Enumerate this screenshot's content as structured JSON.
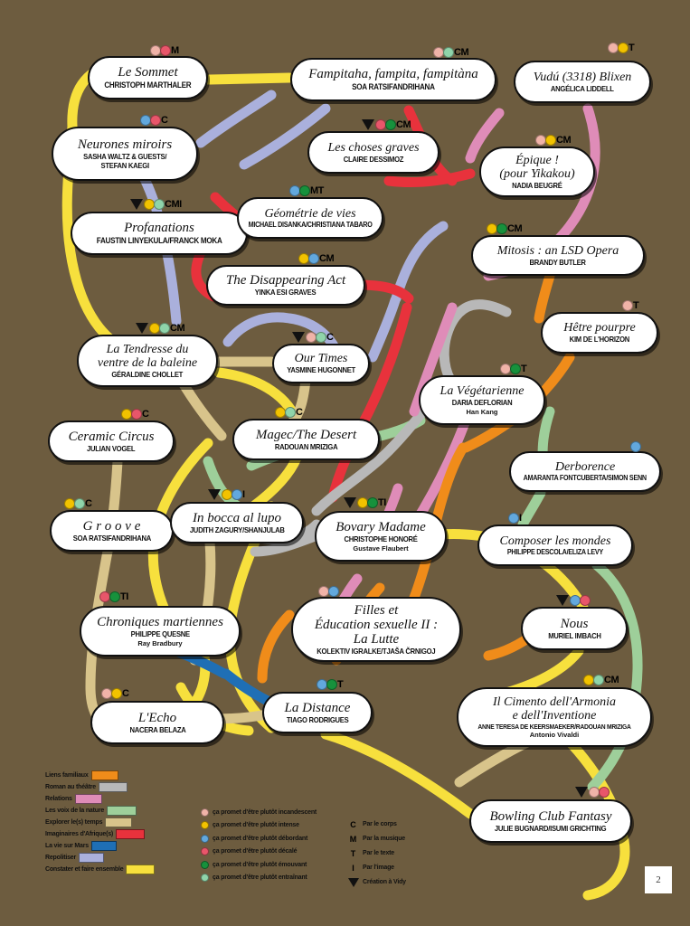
{
  "page": {
    "number": "2",
    "background_color": "#6d5c3f"
  },
  "palette": {
    "dot_incandescent": "#f0b3a8",
    "dot_intense": "#f2c200",
    "dot_debordant": "#62a8dd",
    "dot_decale": "#e8566a",
    "dot_emouvant": "#17913c",
    "dot_entrainant": "#8fd4aa",
    "line_orange": "#f08c1a",
    "line_grey": "#b8b8b8",
    "line_pink": "#df8cb8",
    "line_green": "#9ecf9a",
    "line_sand": "#d8c48b",
    "line_red": "#e8323c",
    "line_blue": "#1f6fb5",
    "line_periwinkle": "#aab0dc",
    "line_yellow": "#f7e03d"
  },
  "shows": [
    {
      "id": "le-sommet",
      "title": "Le Sommet",
      "author": "CHRISTOPH MARTHALER",
      "source": "",
      "tags": [
        {
          "type": "dot",
          "color": "#f0b3a8"
        },
        {
          "type": "dot",
          "color": "#e8566a"
        },
        {
          "type": "letter",
          "value": "M"
        }
      ]
    },
    {
      "id": "fampitaha",
      "title": "Fampitaha, fampita, fampitàna",
      "author": "SOA RATSIFANDRIHANA",
      "source": "",
      "tags": [
        {
          "type": "dot",
          "color": "#f0b3a8"
        },
        {
          "type": "dot",
          "color": "#8fd4aa"
        },
        {
          "type": "letter",
          "value": "CM"
        }
      ]
    },
    {
      "id": "vudu",
      "title": "Vudú (3318) Blixen",
      "author": "ANGÉLICA LIDDELL",
      "source": "",
      "tags": [
        {
          "type": "dot",
          "color": "#f0b3a8"
        },
        {
          "type": "dot",
          "color": "#f2c200"
        },
        {
          "type": "letter",
          "value": "T"
        }
      ]
    },
    {
      "id": "neurones-miroirs",
      "title": "Neurones miroirs",
      "author": "SASHA WALTZ & GUESTS/\nSTEFAN KAEGI",
      "source": "",
      "tags": [
        {
          "type": "dot",
          "color": "#62a8dd"
        },
        {
          "type": "dot",
          "color": "#e8566a"
        },
        {
          "type": "letter",
          "value": "C"
        }
      ]
    },
    {
      "id": "les-choses-graves",
      "title": "Les choses graves",
      "author": "CLAIRE DESSIMOZ",
      "source": "",
      "tags": [
        {
          "type": "tri"
        },
        {
          "type": "dot",
          "color": "#e8566a"
        },
        {
          "type": "dot",
          "color": "#17913c"
        },
        {
          "type": "letter",
          "value": "CM"
        }
      ]
    },
    {
      "id": "epique",
      "title": "Épique !\n(pour Yikakou)",
      "author": "NADIA BEUGRÉ",
      "source": "",
      "tags": [
        {
          "type": "dot",
          "color": "#f0b3a8"
        },
        {
          "type": "dot",
          "color": "#f2c200"
        },
        {
          "type": "letter",
          "value": "CM"
        }
      ]
    },
    {
      "id": "profanations",
      "title": "Profanations",
      "author": "FAUSTIN LINYEKULA/FRANCK MOKA",
      "source": "",
      "tags": [
        {
          "type": "tri"
        },
        {
          "type": "dot",
          "color": "#f2c200"
        },
        {
          "type": "dot",
          "color": "#8fd4aa"
        },
        {
          "type": "letter",
          "value": "CMI"
        }
      ]
    },
    {
      "id": "geometrie-de-vies",
      "title": "Géométrie de vies",
      "author": "MICHAEL DISANKA/CHRISTIANA TABARO",
      "source": "",
      "tags": [
        {
          "type": "dot",
          "color": "#62a8dd"
        },
        {
          "type": "dot",
          "color": "#17913c"
        },
        {
          "type": "letter",
          "value": "MT"
        }
      ]
    },
    {
      "id": "mitosis",
      "title": "Mitosis : an LSD Opera",
      "author": "BRANDY BUTLER",
      "source": "",
      "tags": [
        {
          "type": "dot",
          "color": "#f2c200"
        },
        {
          "type": "dot",
          "color": "#17913c"
        },
        {
          "type": "letter",
          "value": "CM"
        }
      ]
    },
    {
      "id": "disappearing-act",
      "title": "The Disappearing Act",
      "author": "YINKA ESI GRAVES",
      "source": "",
      "tags": [
        {
          "type": "dot",
          "color": "#f2c200"
        },
        {
          "type": "dot",
          "color": "#62a8dd"
        },
        {
          "type": "letter",
          "value": "CM"
        }
      ]
    },
    {
      "id": "hetre-pourpre",
      "title": "Hêtre pourpre",
      "author": "KIM DE L'HORIZON",
      "source": "",
      "tags": [
        {
          "type": "dot",
          "color": "#f0b3a8"
        },
        {
          "type": "letter",
          "value": "T"
        }
      ]
    },
    {
      "id": "la-tendresse",
      "title": "La Tendresse du\nventre de la baleine",
      "author": "GÉRALDINE CHOLLET",
      "source": "",
      "tags": [
        {
          "type": "tri"
        },
        {
          "type": "dot",
          "color": "#f2c200"
        },
        {
          "type": "dot",
          "color": "#8fd4aa"
        },
        {
          "type": "letter",
          "value": "CM"
        }
      ]
    },
    {
      "id": "our-times",
      "title": "Our Times",
      "author": "YASMINE HUGONNET",
      "source": "",
      "tags": [
        {
          "type": "tri"
        },
        {
          "type": "dot",
          "color": "#f0b3a8"
        },
        {
          "type": "dot",
          "color": "#8fd4aa"
        },
        {
          "type": "letter",
          "value": "C"
        }
      ]
    },
    {
      "id": "la-vegetarienne",
      "title": "La Végétarienne",
      "author": "DARIA DEFLORIAN",
      "source": "Han Kang",
      "tags": [
        {
          "type": "dot",
          "color": "#f0b3a8"
        },
        {
          "type": "dot",
          "color": "#17913c"
        },
        {
          "type": "letter",
          "value": "T"
        }
      ]
    },
    {
      "id": "ceramic-circus",
      "title": "Ceramic Circus",
      "author": "JULIAN VOGEL",
      "source": "",
      "tags": [
        {
          "type": "dot",
          "color": "#f2c200"
        },
        {
          "type": "dot",
          "color": "#e8566a"
        },
        {
          "type": "letter",
          "value": "C"
        }
      ]
    },
    {
      "id": "magec",
      "title": "Magec/The Desert",
      "author": "RADOUAN MRIZIGA",
      "source": "",
      "tags": [
        {
          "type": "dot",
          "color": "#f2c200"
        },
        {
          "type": "dot",
          "color": "#8fd4aa"
        },
        {
          "type": "letter",
          "value": "C"
        }
      ]
    },
    {
      "id": "derborence",
      "title": "Derborence",
      "author": "AMARANTA FONTCUBERTA/SIMON SENN",
      "source": "",
      "tags": [
        {
          "type": "dot",
          "color": "#62a8dd"
        }
      ]
    },
    {
      "id": "groove",
      "title": "G r o o v e",
      "author": "SOA RATSIFANDRIHANA",
      "source": "",
      "tags": [
        {
          "type": "dot",
          "color": "#f2c200"
        },
        {
          "type": "dot",
          "color": "#8fd4aa"
        },
        {
          "type": "letter",
          "value": "C"
        }
      ]
    },
    {
      "id": "in-bocca-al-lupo",
      "title": "In bocca al lupo",
      "author": "JUDITH ZAGURY/SHANJULAB",
      "source": "",
      "tags": [
        {
          "type": "tri"
        },
        {
          "type": "dot",
          "color": "#f2c200"
        },
        {
          "type": "dot",
          "color": "#62a8dd"
        },
        {
          "type": "letter",
          "value": "I"
        }
      ]
    },
    {
      "id": "bovary-madame",
      "title": "Bovary Madame",
      "author": "CHRISTOPHE HONORÉ",
      "source": "Gustave Flaubert",
      "tags": [
        {
          "type": "tri"
        },
        {
          "type": "dot",
          "color": "#f2c200"
        },
        {
          "type": "dot",
          "color": "#17913c"
        },
        {
          "type": "letter",
          "value": "TI"
        }
      ]
    },
    {
      "id": "composer-les-mondes",
      "title": "Composer les mondes",
      "author": "PHILIPPE DESCOLA/ELIZA LEVY",
      "source": "",
      "tags": [
        {
          "type": "dot",
          "color": "#62a8dd"
        },
        {
          "type": "letter",
          "value": "I"
        }
      ]
    },
    {
      "id": "chroniques-martiennes",
      "title": "Chroniques martiennes",
      "author": "PHILIPPE QUESNE",
      "source": "Ray Bradbury",
      "tags": [
        {
          "type": "dot",
          "color": "#e8566a"
        },
        {
          "type": "dot",
          "color": "#17913c"
        },
        {
          "type": "letter",
          "value": "TI"
        }
      ]
    },
    {
      "id": "filles-et-education",
      "title": "Filles et\nÉducation sexuelle II :\nLa Lutte",
      "author": "KOLEKTIV IGRALKE/TJAŠA ČRNIGOJ",
      "source": "",
      "tags": [
        {
          "type": "dot",
          "color": "#f0b3a8"
        },
        {
          "type": "dot",
          "color": "#62a8dd"
        }
      ]
    },
    {
      "id": "nous",
      "title": "Nous",
      "author": "MURIEL IMBACH",
      "source": "",
      "tags": [
        {
          "type": "tri"
        },
        {
          "type": "dot",
          "color": "#62a8dd"
        },
        {
          "type": "dot",
          "color": "#e8566a"
        }
      ]
    },
    {
      "id": "lecho",
      "title": "L'Echo",
      "author": "NACERA BELAZA",
      "source": "",
      "tags": [
        {
          "type": "dot",
          "color": "#f0b3a8"
        },
        {
          "type": "dot",
          "color": "#f2c200"
        },
        {
          "type": "letter",
          "value": "C"
        }
      ]
    },
    {
      "id": "la-distance",
      "title": "La Distance",
      "author": "TIAGO RODRIGUES",
      "source": "",
      "tags": [
        {
          "type": "dot",
          "color": "#62a8dd"
        },
        {
          "type": "dot",
          "color": "#17913c"
        },
        {
          "type": "letter",
          "value": "T"
        }
      ]
    },
    {
      "id": "il-cimento",
      "title": "Il Cimento dell'Armonia\ne dell'Inventione",
      "author": "ANNE TERESA DE KEERSMAEKER/RADOUAN MRIZIGA",
      "source": "Antonio Vivaldi",
      "tags": [
        {
          "type": "dot",
          "color": "#f2c200"
        },
        {
          "type": "dot",
          "color": "#8fd4aa"
        },
        {
          "type": "letter",
          "value": "CM"
        }
      ]
    },
    {
      "id": "bowling-club",
      "title": "Bowling Club Fantasy",
      "author": "JULIE BUGNARD/ISUMI GRICHTING",
      "source": "",
      "tags": [
        {
          "type": "tri"
        },
        {
          "type": "dot",
          "color": "#f0b3a8"
        },
        {
          "type": "dot",
          "color": "#e8566a"
        }
      ]
    }
  ],
  "legend_lines": {
    "title": "",
    "items": [
      {
        "label": "Liens familiaux",
        "color": "#f08c1a"
      },
      {
        "label": "Roman au théâtre",
        "color": "#b8b8b8"
      },
      {
        "label": "Relations",
        "color": "#df8cb8"
      },
      {
        "label": "Les voix de la nature",
        "color": "#9ecf9a"
      },
      {
        "label": "Explorer le(s) temps",
        "color": "#d8c48b"
      },
      {
        "label": "Imaginaires d'Afrique(s)",
        "color": "#e8323c"
      },
      {
        "label": "La vie sur Mars",
        "color": "#1f6fb5"
      },
      {
        "label": "Repolitiser",
        "color": "#aab0dc"
      },
      {
        "label": "Constater et faire ensemble",
        "color": "#f7e03d"
      }
    ]
  },
  "legend_dots": {
    "items": [
      {
        "label": "ça promet d'être plutôt incandescent",
        "color": "#f0b3a8"
      },
      {
        "label": "ça promet d'être plutôt intense",
        "color": "#f2c200"
      },
      {
        "label": "ça promet d'être plutôt débordant",
        "color": "#62a8dd"
      },
      {
        "label": "ça promet d'être plutôt décalé",
        "color": "#e8566a"
      },
      {
        "label": "ça promet d'être plutôt émouvant",
        "color": "#17913c"
      },
      {
        "label": "ça promet d'être plutôt entraînant",
        "color": "#8fd4aa"
      }
    ]
  },
  "legend_keys": {
    "items": [
      {
        "key": "C",
        "label": "Par le corps"
      },
      {
        "key": "M",
        "label": "Par la musique"
      },
      {
        "key": "T",
        "label": "Par le texte"
      },
      {
        "key": "I",
        "label": "Par l'image"
      },
      {
        "key": "▼",
        "label": "Création à Vidy"
      }
    ]
  }
}
